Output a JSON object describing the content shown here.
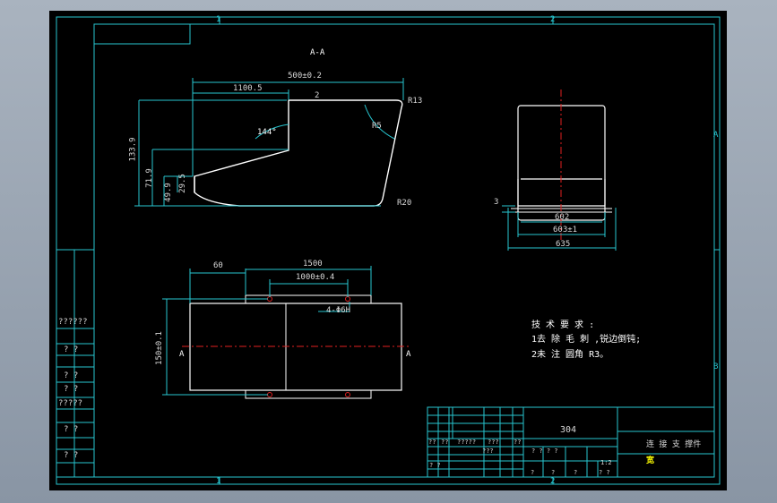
{
  "section_label": "A-A",
  "border_zone_labels": {
    "top_left": "1",
    "top_right": "2",
    "bottom_left": "1",
    "bottom_right": "2",
    "side_a": "A",
    "side_b": "B"
  },
  "dims": {
    "overall": "500±0.2",
    "left_length": "1100.5",
    "height_left": "133.9",
    "height_inner": "71.9",
    "height_small": "49.9",
    "height_tiny": "29.5",
    "angle": "144°",
    "radius_top": "R13",
    "radius_right": "R5",
    "radius_bottom": "R20",
    "small_t": "2",
    "front_inner": "602",
    "front_mid": "603±1",
    "front_outer": "635",
    "front_thk": "3",
    "plan_left": "60",
    "plan_span": "1500",
    "plan_holes": "1000±0.4",
    "plan_height": "150±0.1",
    "hole_note": "4-Φ6H",
    "section_mark_left": "A",
    "section_mark_right": "A"
  },
  "tech_req": {
    "title": "技 术 要 求 :",
    "line1": "1去 除 毛 刺 ,锐边倒钝;",
    "line2": "2未 注 圆角 R3。"
  },
  "left_table": [
    "??????",
    "? ?",
    "? ?",
    "? ?",
    "?????",
    "? ?",
    "? ?"
  ],
  "title_block": {
    "material": "304",
    "name": "连 接 支 撑件",
    "company": "宽",
    "r1": [
      "??",
      "??",
      "?????",
      "???",
      "??"
    ],
    "r2": [
      "? ? ? ?",
      "???"
    ],
    "r3": [
      "? ?",
      "?",
      "?",
      "?",
      "? ?"
    ],
    "scale": "1:2"
  }
}
